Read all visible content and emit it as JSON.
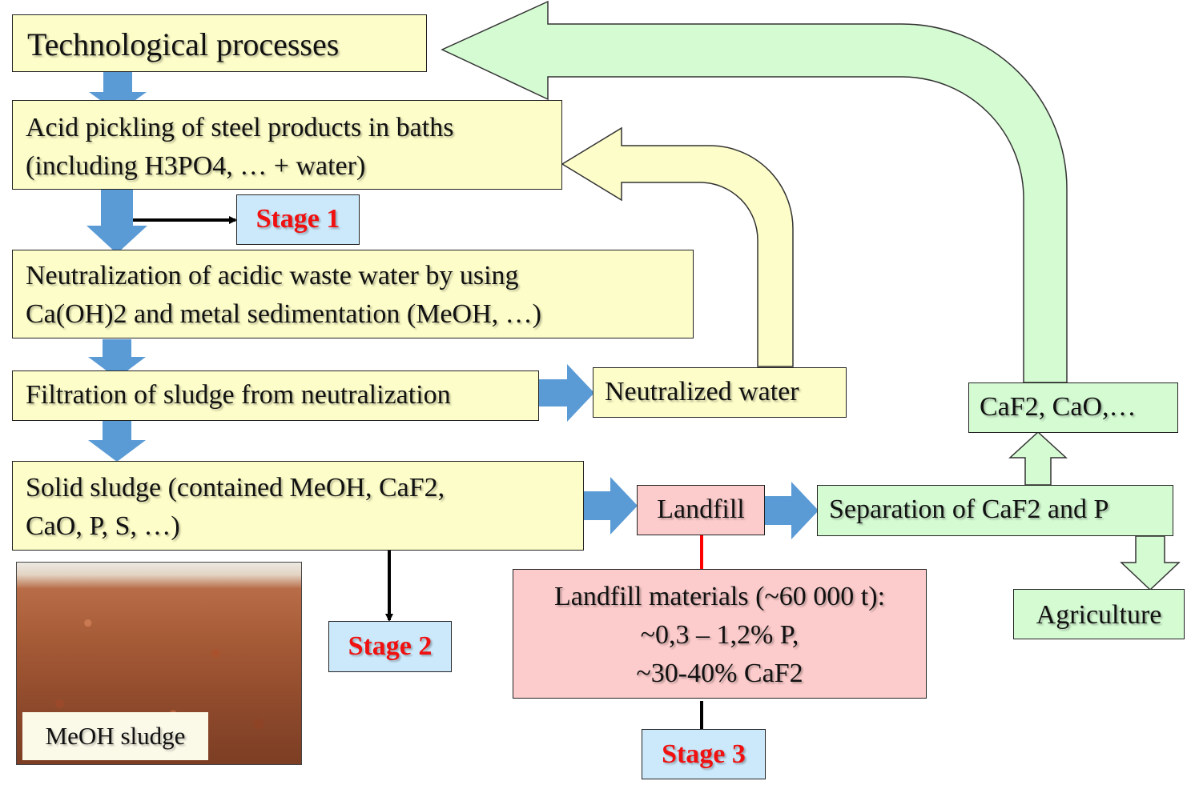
{
  "boxes": {
    "technological": "Technological processes",
    "acid_line1": "Acid pickling of steel products in baths",
    "acid_line2": "(including H3PO4, … + water)",
    "stage1": "Stage 1",
    "neutral_line1": "Neutralization of acidic waste water by using",
    "neutral_line2": "Ca(OH)2 and metal sedimentation (MeOH, …)",
    "filtration": "Filtration of sludge from neutralization",
    "neutralized_water": "Neutralized water",
    "solid_line1": "Solid sludge (contained MeOH, CaF2,",
    "solid_line2": "CaO, P, S, …)",
    "landfill": "Landfill",
    "separation": "Separation of CaF2 and P",
    "caf2": "CaF2, CaO,…",
    "agriculture": "Agriculture",
    "stage2": "Stage 2",
    "materials_line1": "Landfill materials (~60 000 t):",
    "materials_line2": "~0,3 – 1,2% P,",
    "materials_line3": "~30-40% CaF2",
    "stage3": "Stage 3"
  },
  "photo": {
    "label": "MeOH sludge"
  },
  "colors": {
    "yellow_box": "#fdfdc9",
    "pink_box": "#fccbcb",
    "green_box": "#d5fbd3",
    "stage_box": "#cbe9fb",
    "stage_text": "#f01010",
    "flow_arrow": "#5b9bd5"
  }
}
